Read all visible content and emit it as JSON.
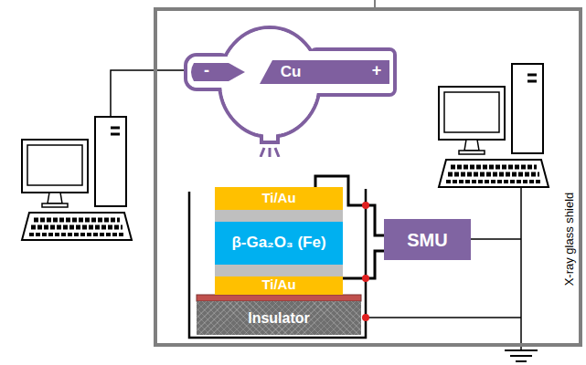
{
  "diagram": {
    "nodes": [
      {
        "text": [
          "X-ray glass shield"
        ]
      },
      {
        "text": [
          "-",
          "Cu",
          "+"
        ],
        "in": 0
      },
      {
        "text": [
          "Ti/Au"
        ],
        "in": 0
      },
      {
        "text": [
          "β-Ga₂O₃ (Fe)"
        ],
        "in": 0
      },
      {
        "text": [
          "Ti/Au"
        ],
        "in": 0
      },
      {
        "text": [
          "Insulator"
        ],
        "in": 0
      },
      {
        "text": [
          "SMU"
        ],
        "in": 0
      }
    ],
    "edges": [
      {
        "from": 6,
        "to": 2,
        "arrow": "none"
      },
      {
        "from": 6,
        "to": 4,
        "arrow": "none"
      }
    ]
  }
}
